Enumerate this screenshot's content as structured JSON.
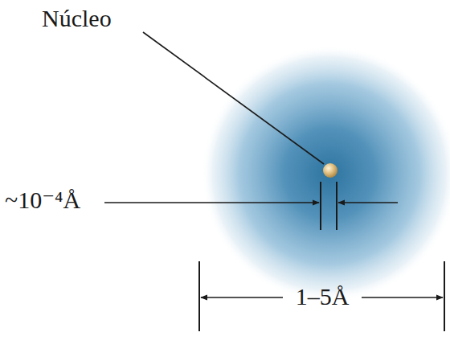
{
  "diagram": {
    "labels": [
      "Núcleo",
      "~10⁻⁴Å",
      "1–5Å"
    ]
  }
}
